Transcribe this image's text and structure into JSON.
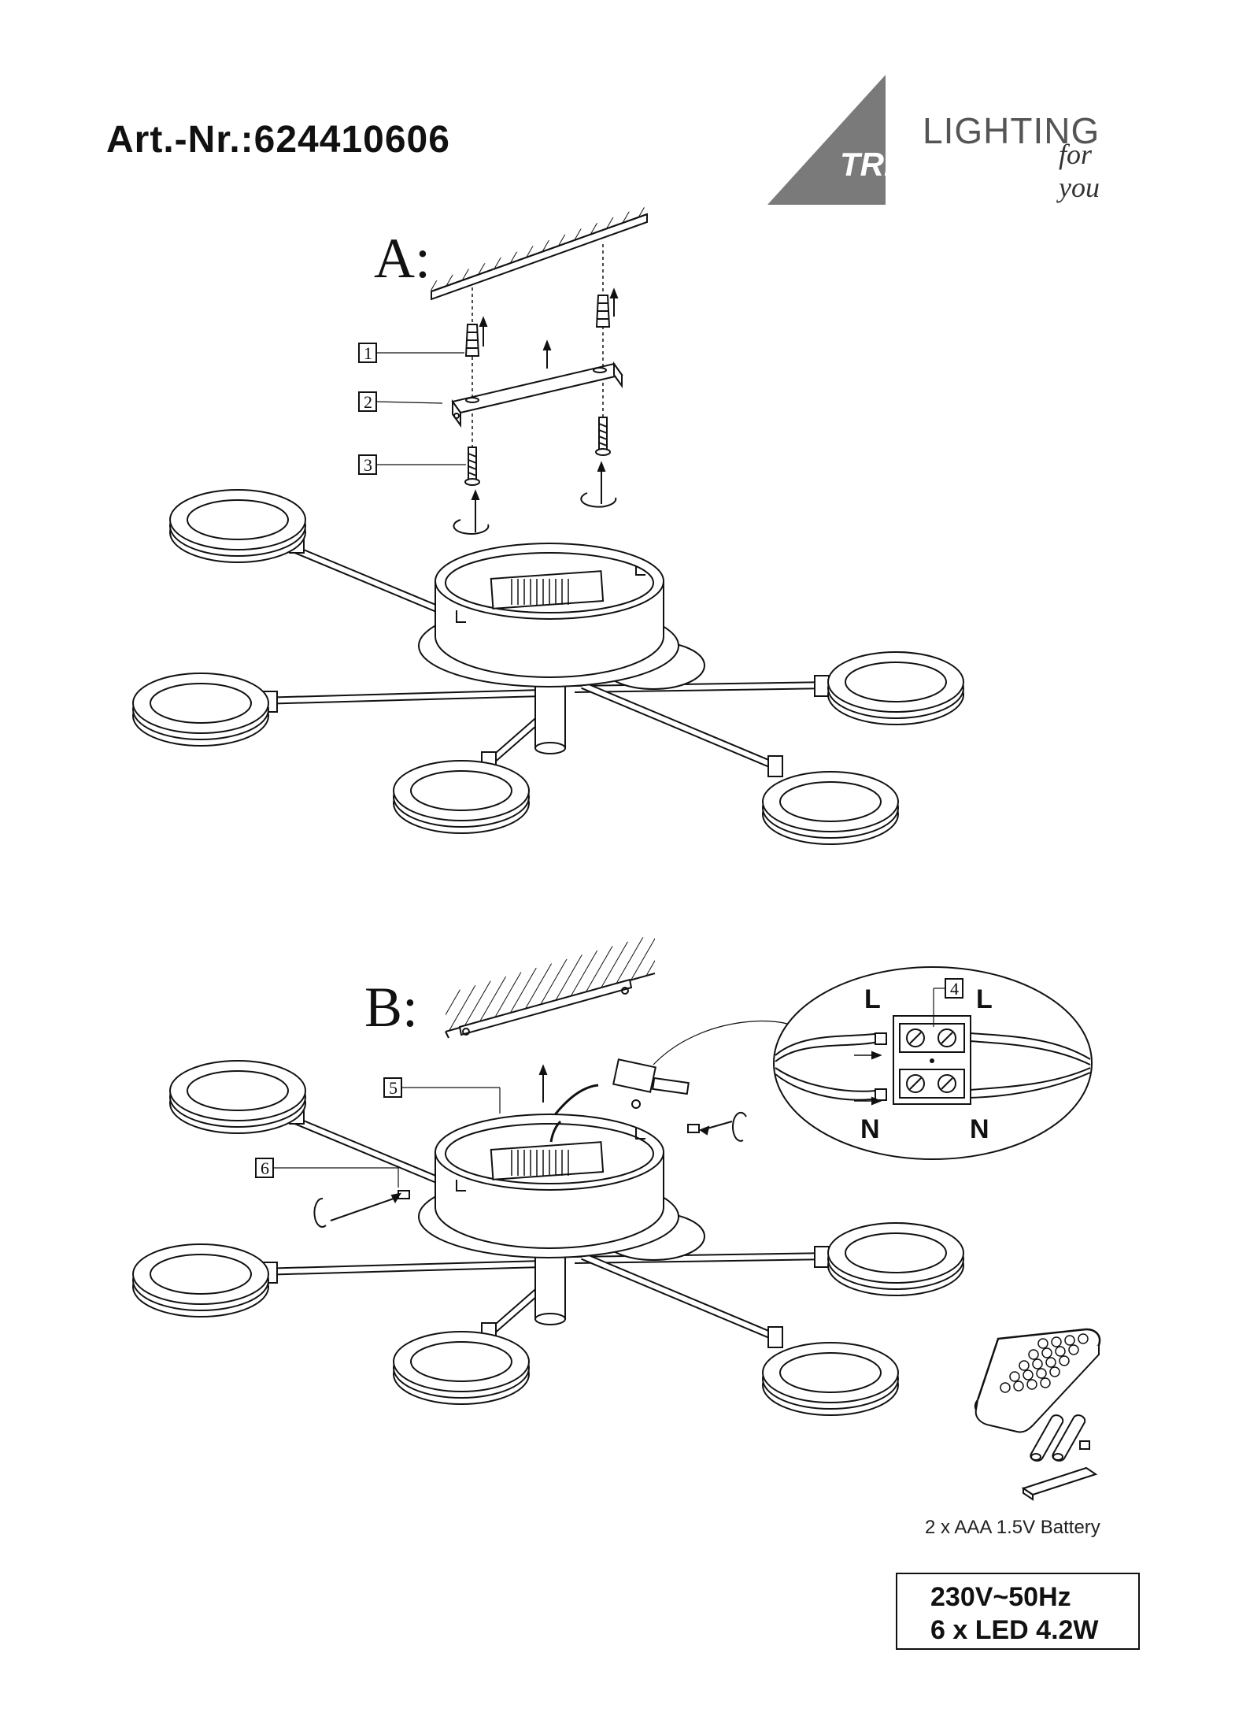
{
  "header": {
    "article": "Art.-Nr.:624410606"
  },
  "logo": {
    "brand": "TRIO",
    "line1": "LIGHTING",
    "line2": "for you",
    "triangle_color": "#7a7a7a"
  },
  "steps": [
    {
      "label": "A:"
    },
    {
      "label": "B:"
    }
  ],
  "parts": [
    {
      "number": "1"
    },
    {
      "number": "2"
    },
    {
      "number": "3"
    },
    {
      "number": "4"
    },
    {
      "number": "5"
    },
    {
      "number": "6"
    }
  ],
  "wiring": {
    "live_left": "L",
    "live_right": "L",
    "neutral_left": "N",
    "neutral_right": "N"
  },
  "accessory": {
    "battery_text": "2 x AAA 1.5V Battery"
  },
  "specs": {
    "voltage": "230V~50Hz",
    "leds": "6 x LED 4.2W"
  }
}
